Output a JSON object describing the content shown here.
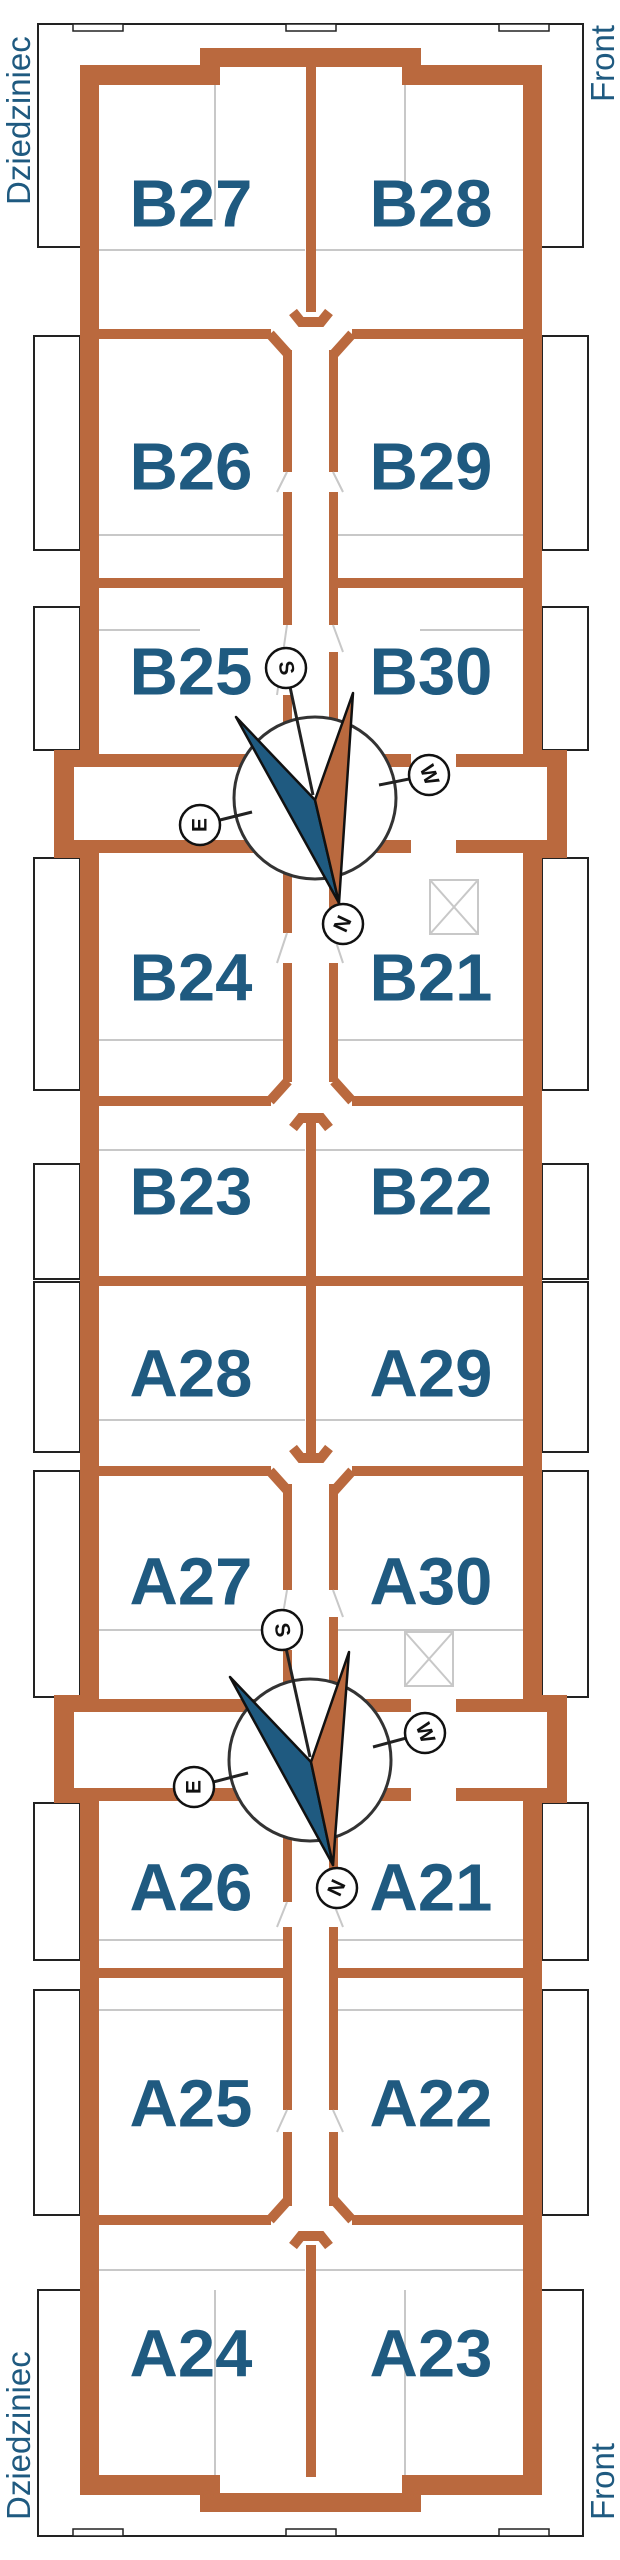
{
  "plan": {
    "side_labels": {
      "left": "Dziedziniec",
      "right": "Front"
    },
    "units": [
      "B27",
      "B28",
      "B26",
      "B29",
      "B25",
      "B30",
      "B24",
      "B21",
      "B23",
      "B22",
      "A28",
      "A29",
      "A27",
      "A30",
      "A26",
      "A21",
      "A25",
      "A22",
      "A24",
      "A23"
    ],
    "compass": {
      "north": "N",
      "south": "S",
      "east": "E",
      "west": "W"
    },
    "colors": {
      "wall": "#BA693E",
      "unit_label": "#1F5A80",
      "needle_a": "#1F5A80",
      "needle_b": "#BA693E"
    }
  }
}
